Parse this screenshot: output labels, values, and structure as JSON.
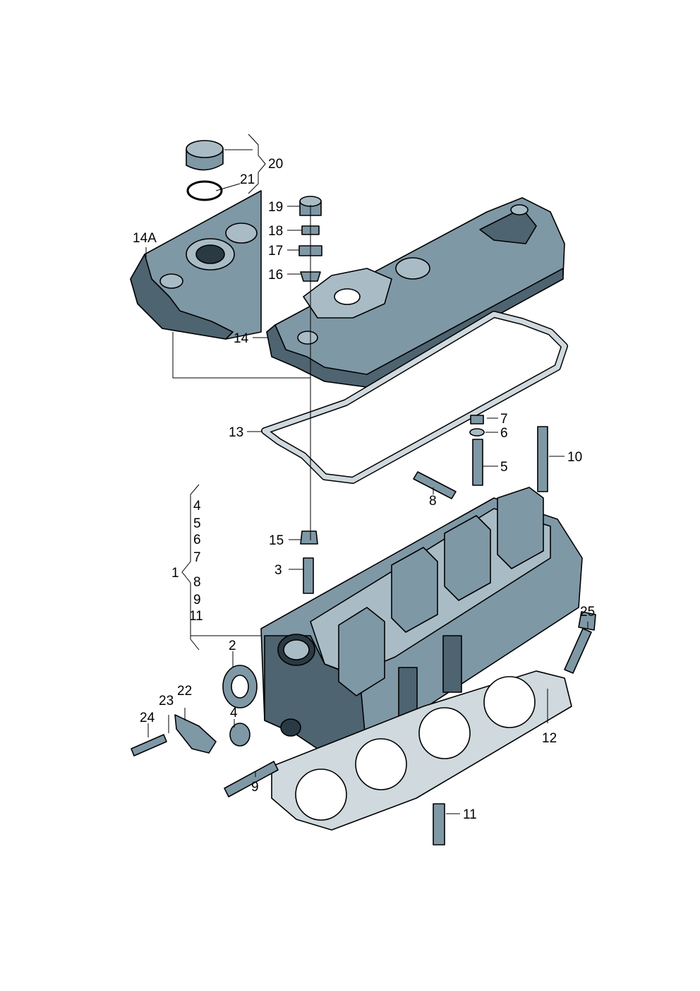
{
  "colors": {
    "part_fill": "#7f98a6",
    "part_light": "#a9bcc6",
    "part_dark": "#4e6470",
    "outline": "#000000",
    "gasket_fill": "#cfd9de",
    "background": "#ffffff"
  },
  "callouts": [
    {
      "id": "20",
      "label": "20"
    },
    {
      "id": "21",
      "label": "21"
    },
    {
      "id": "19",
      "label": "19"
    },
    {
      "id": "18",
      "label": "18"
    },
    {
      "id": "17",
      "label": "17"
    },
    {
      "id": "16",
      "label": "16"
    },
    {
      "id": "14A",
      "label": "14A"
    },
    {
      "id": "14",
      "label": "14"
    },
    {
      "id": "13",
      "label": "13"
    },
    {
      "id": "7top",
      "label": "7"
    },
    {
      "id": "6top",
      "label": "6"
    },
    {
      "id": "5top",
      "label": "5"
    },
    {
      "id": "10",
      "label": "10"
    },
    {
      "id": "8top",
      "label": "8"
    },
    {
      "id": "15",
      "label": "15"
    },
    {
      "id": "3",
      "label": "3"
    },
    {
      "id": "1",
      "label": "1"
    },
    {
      "id": "25",
      "label": "25"
    },
    {
      "id": "2",
      "label": "2"
    },
    {
      "id": "22",
      "label": "22"
    },
    {
      "id": "23",
      "label": "23"
    },
    {
      "id": "24",
      "label": "24"
    },
    {
      "id": "4low",
      "label": "4"
    },
    {
      "id": "12",
      "label": "12"
    },
    {
      "id": "9low",
      "label": "9"
    },
    {
      "id": "11low",
      "label": "11"
    }
  ],
  "group_list": [
    "4",
    "5",
    "6",
    "7",
    "8",
    "9",
    "11"
  ]
}
